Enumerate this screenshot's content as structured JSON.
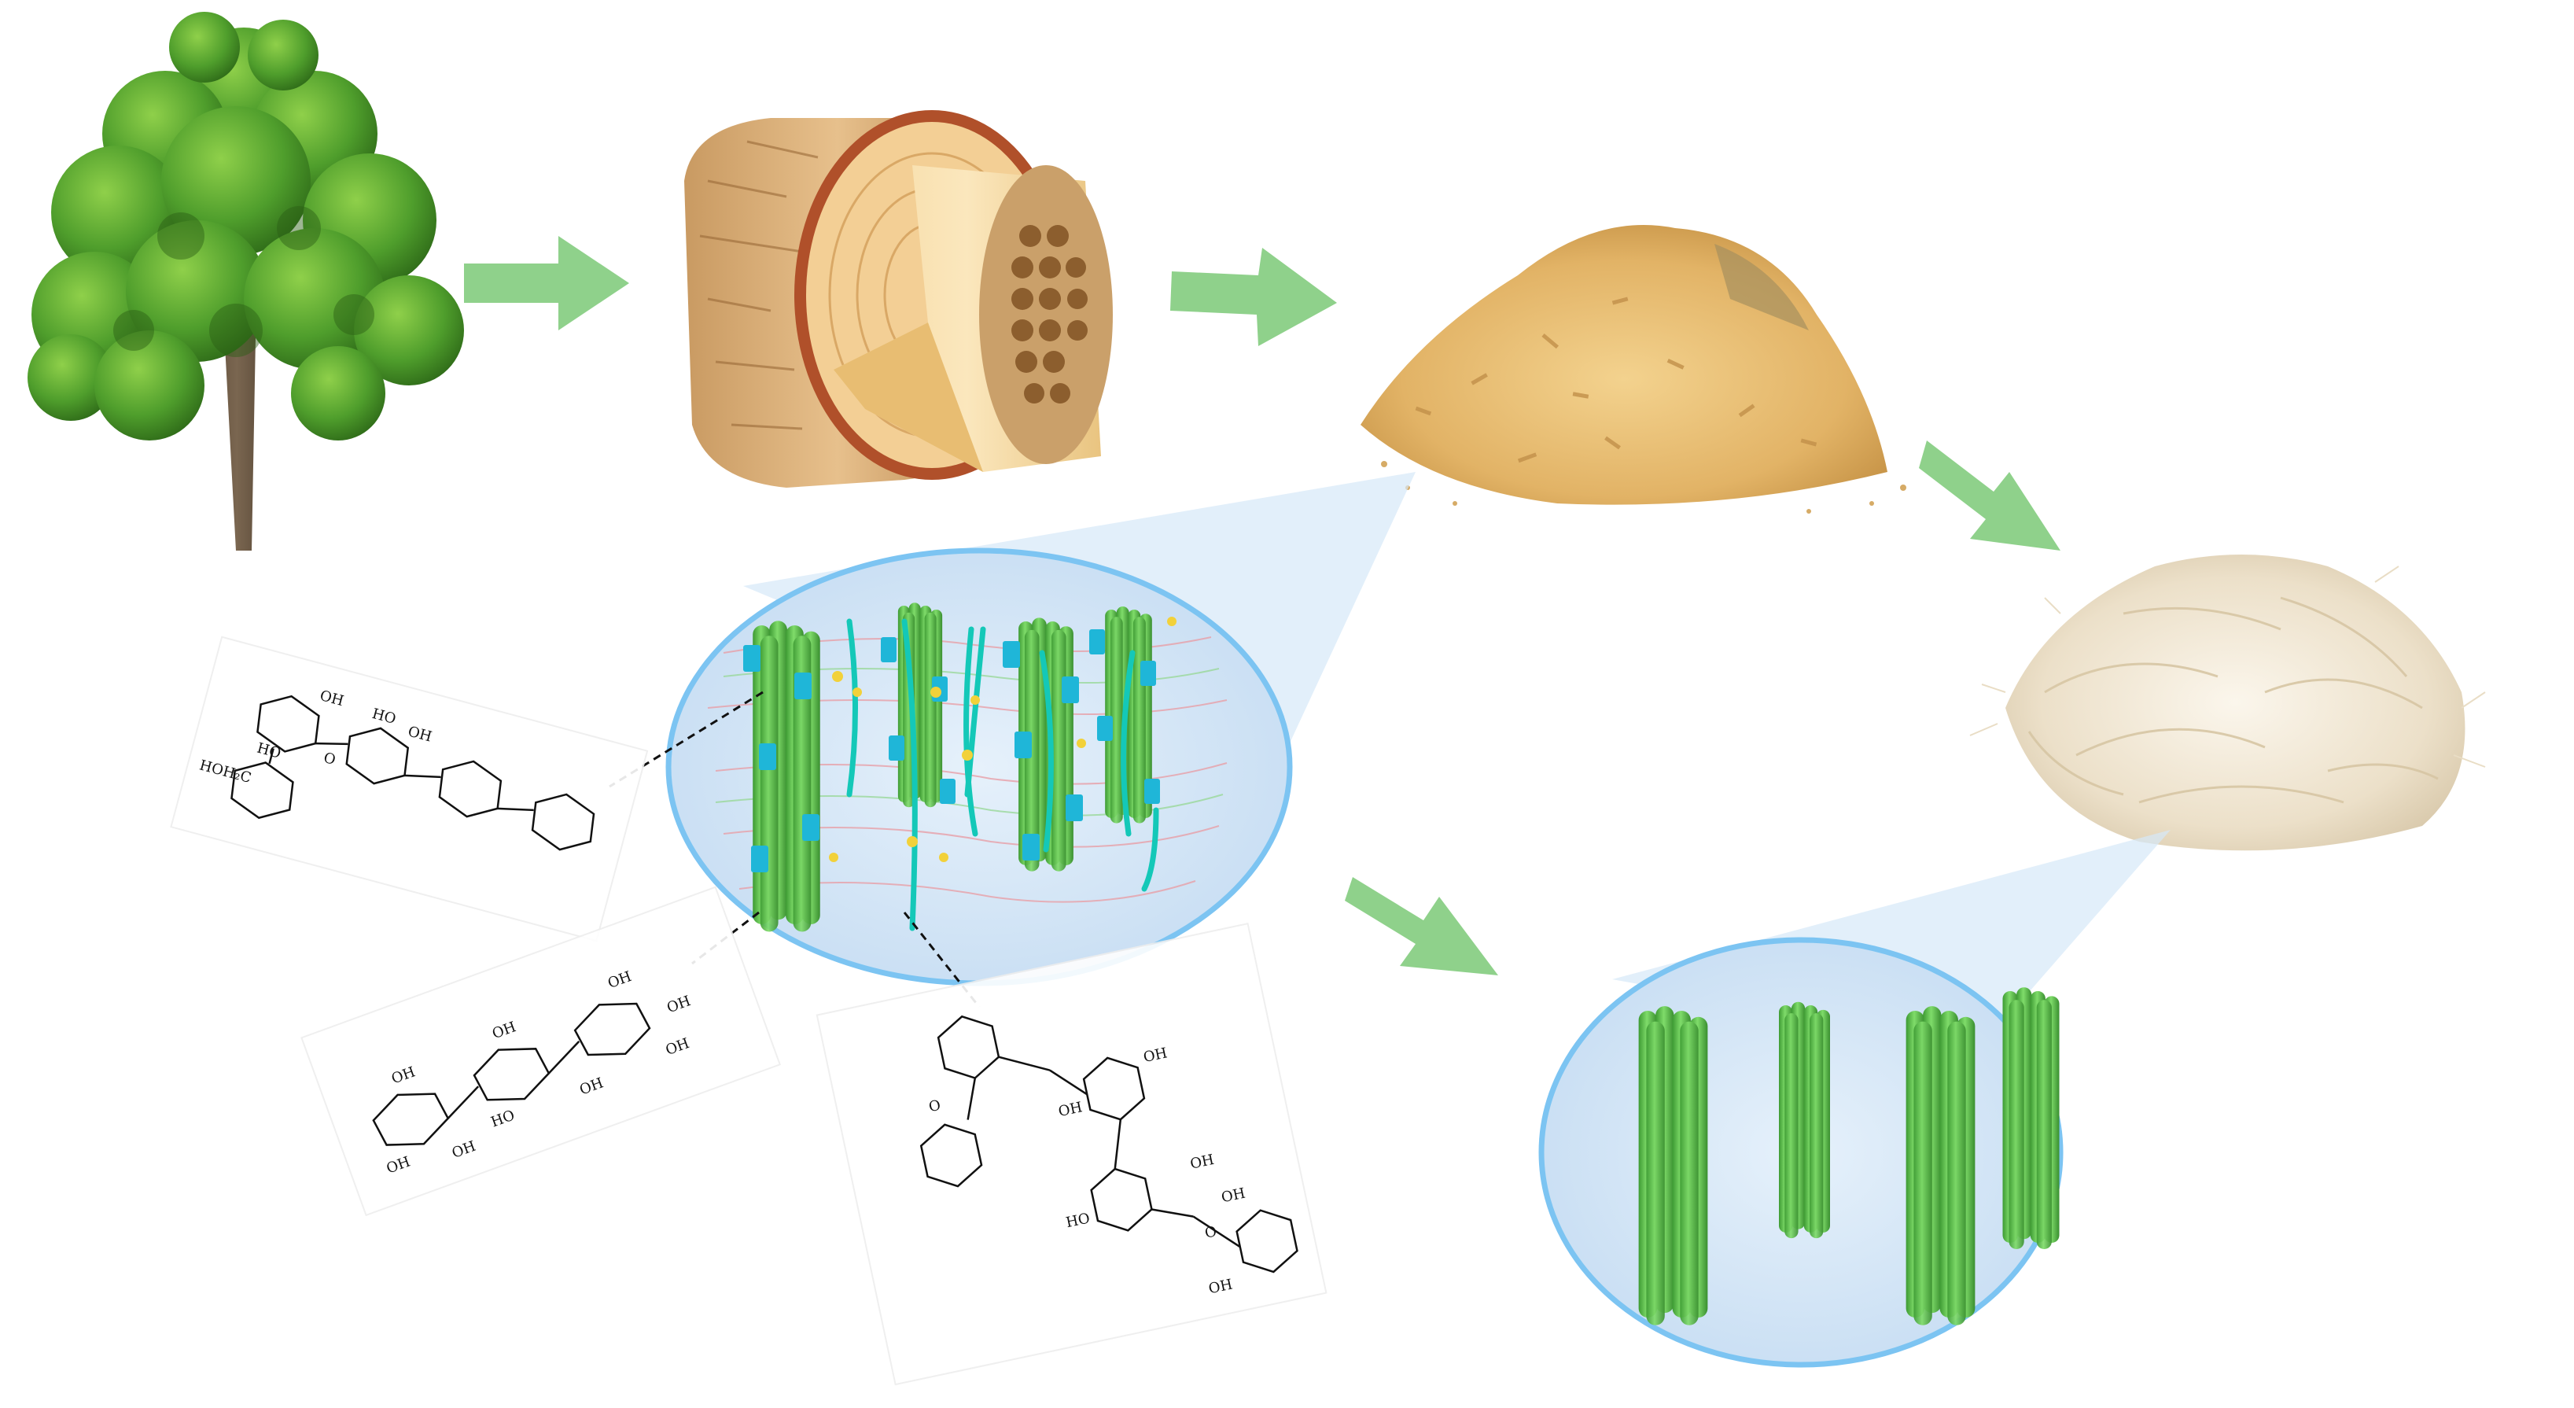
{
  "diagram": {
    "stages": [
      {
        "id": "tree",
        "icon": "tree-icon"
      },
      {
        "id": "log",
        "icon": "wood-log-cross-section-icon"
      },
      {
        "id": "sawdust",
        "icon": "sawdust-pile-icon"
      },
      {
        "id": "treated-fibers",
        "icon": "white-fiber-pile-icon"
      }
    ],
    "zoom_views": [
      {
        "id": "cell-wall",
        "content": "cellulose-microfibrils-with-hemicellulose-and-lignin"
      },
      {
        "id": "isolated-cellulose",
        "content": "cellulose-microfibril-bundles"
      }
    ],
    "structures": [
      {
        "id": "hemicellulose",
        "labels": [
          "HO",
          "OH",
          "HO",
          "OH",
          "HOH₂C",
          "O"
        ]
      },
      {
        "id": "cellulose",
        "labels": [
          "OH",
          "OH",
          "OH",
          "HO",
          "OH",
          "OH",
          "OH",
          "OH",
          "OH"
        ]
      },
      {
        "id": "lignin",
        "labels": [
          "OH",
          "OH",
          "OH",
          "HO",
          "OH",
          "OH",
          "O",
          "O"
        ]
      }
    ],
    "colors": {
      "arrow": "#8fd18b",
      "fiber": "#5cc24a",
      "fiber_dark": "#3d9a33",
      "hemicellulose_block": "#1fb6d8",
      "lignin_strand": "#14c8b8",
      "zoom_fill": "#d6e8f8",
      "zoom_border": "#7cc4f2",
      "leaf": "#3f8f22",
      "wood": "#d9a866",
      "sawdust": "#e8c27a",
      "white_fiber": "#efe6d6"
    }
  }
}
